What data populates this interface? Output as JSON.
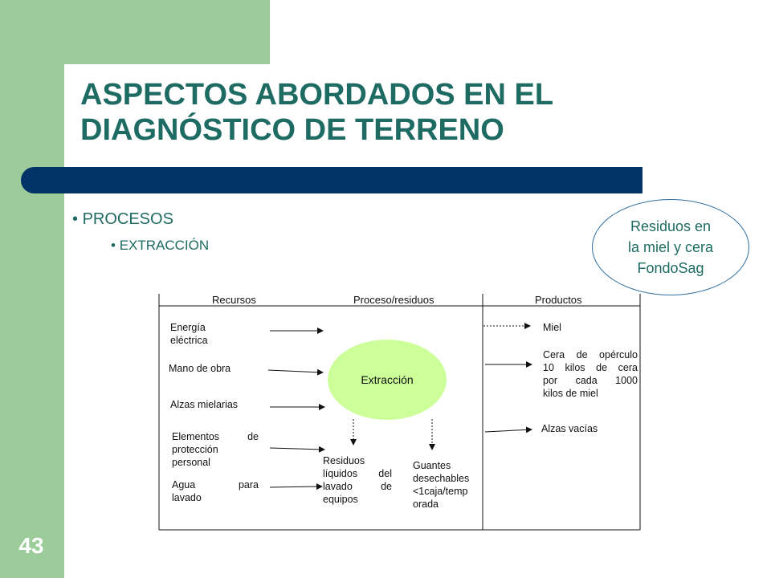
{
  "slide": {
    "title_line1": "ASPECTOS ABORDADOS EN EL",
    "title_line2": "DIAGNÓSTICO DE TERRENO",
    "slide_number": "43",
    "bullet_level1": "PROCESOS",
    "bullet_level2": "EXTRACCIÓN",
    "oval_text": "Residuos en\nla miel y cera\nFondoSag",
    "colors": {
      "green": "#9ccc9a",
      "navy": "#003366",
      "teal_text": "#1e6b63",
      "ellipse": "#ccff99"
    }
  },
  "diagram": {
    "headers": {
      "recursos": "Recursos",
      "proceso": "Proceso/residuos",
      "productos": "Productos"
    },
    "center": "Extracción",
    "recursos": {
      "energia": "Energía\neléctrica",
      "mano": "Mano de obra",
      "alzas": "Alzas mielarias",
      "elementos_l1": "Elementos de",
      "elementos_l2": "protección",
      "elementos_l3": "personal",
      "agua_l1": "Agua para",
      "agua_l2": "lavado"
    },
    "residuos": {
      "liquidos_l1": "Residuos",
      "liquidos_l2": "líquidos del",
      "liquidos_l3": "lavado de",
      "liquidos_l4": "equipos",
      "guantes_l1": "Guantes",
      "guantes_l2": "desechables",
      "guantes_l3": "<1caja/temp",
      "guantes_l4": "orada"
    },
    "productos": {
      "miel": "Miel",
      "cera_l1": "Cera de opérculo",
      "cera_l2": "10 kilos de cera",
      "cera_l3": "por cada 1000",
      "cera_l4": "kilos de miel",
      "alzas_vacias": "Alzas vacías"
    }
  }
}
